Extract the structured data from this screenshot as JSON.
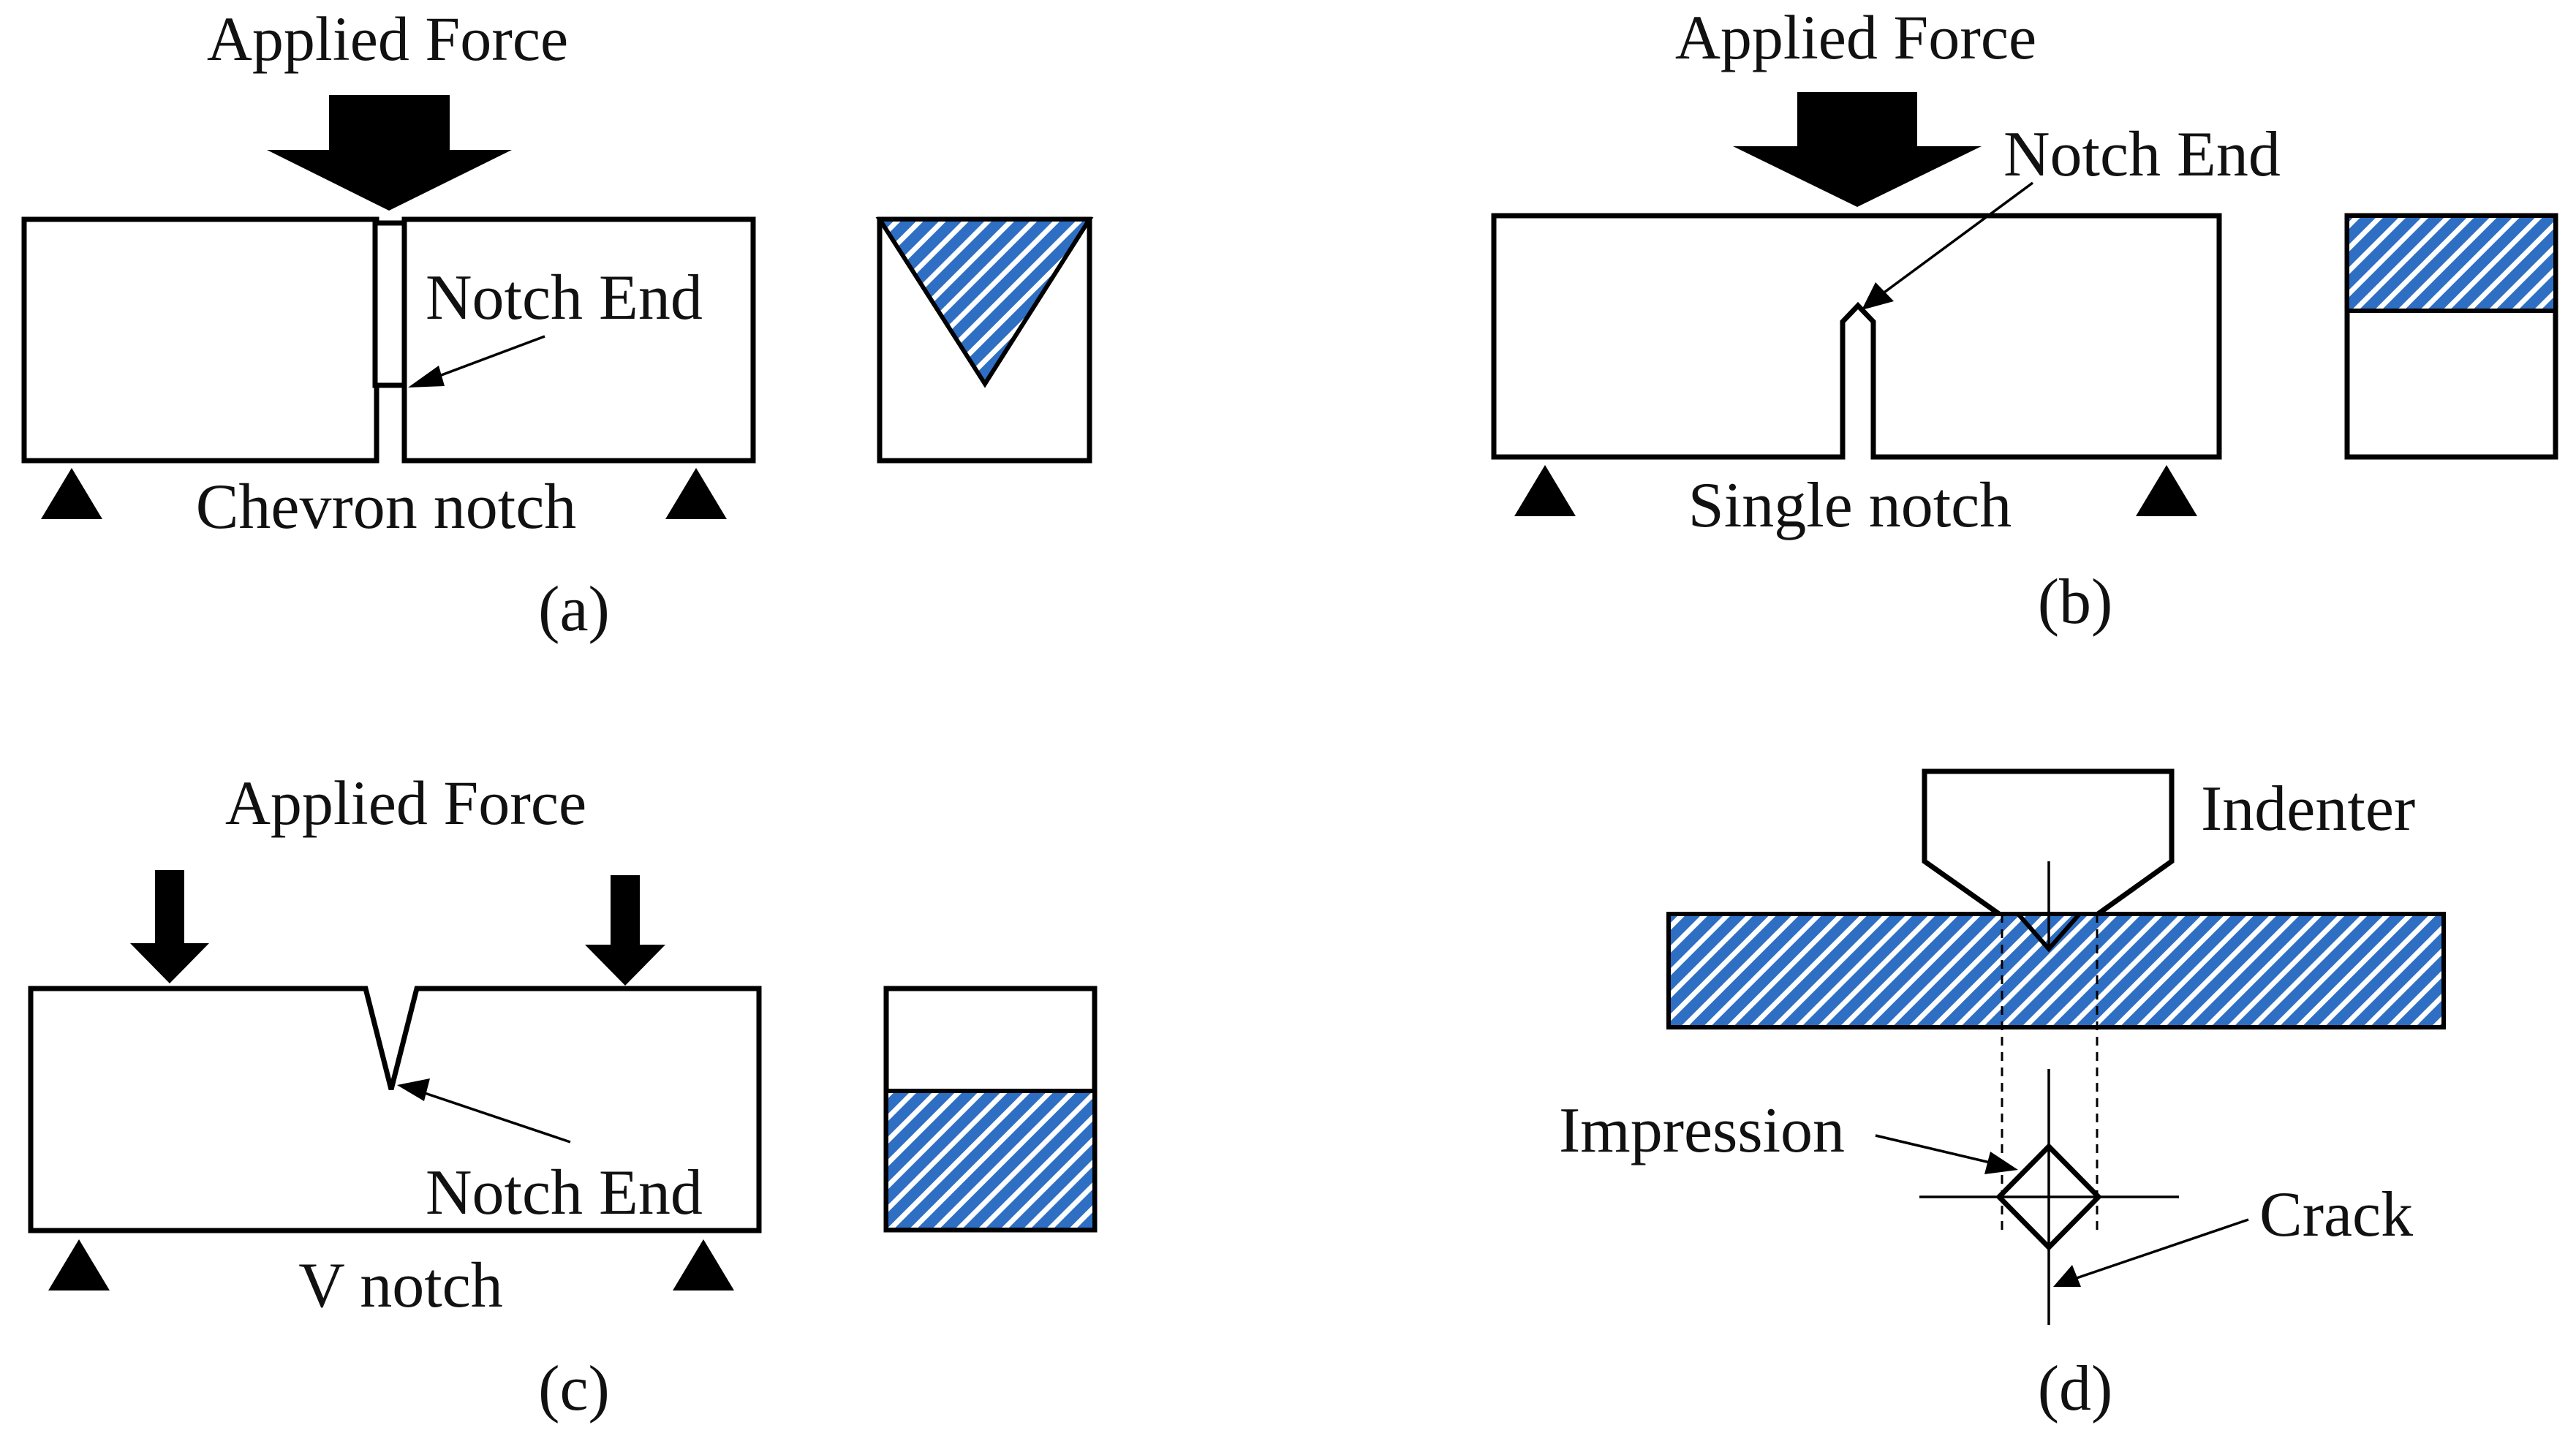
{
  "panels": {
    "a": {
      "label": "(a)",
      "force_label": "Applied Force",
      "notch_label": "Notch End",
      "caption": "Chevron notch"
    },
    "b": {
      "label": "(b)",
      "force_label": "Applied Force",
      "notch_label": "Notch End",
      "caption": "Single notch"
    },
    "c": {
      "label": "(c)",
      "force_label": "Applied Force",
      "notch_label": "Notch End",
      "caption": "V notch"
    },
    "d": {
      "label": "(d)",
      "indenter_label": "Indenter",
      "impression_label": "Impression",
      "crack_label": "Crack"
    }
  },
  "colors": {
    "hatch_blue": "#2e6fc4",
    "hatch_light": "#ffffff",
    "line": "#000000"
  }
}
